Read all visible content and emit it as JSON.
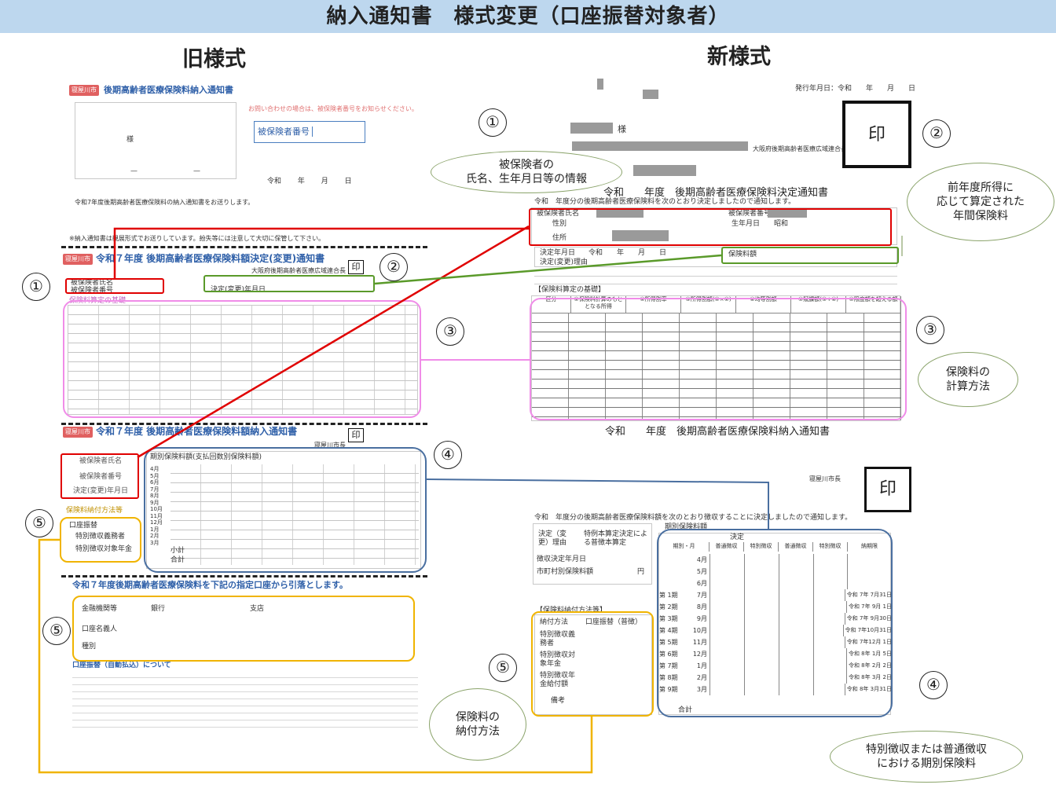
{
  "title": "納入通知書　様式変更（口座振替対象者）",
  "old_heading": "旧様式",
  "new_heading": "新様式",
  "stamp_label": "印",
  "old": {
    "city_badge": "寝屋川市",
    "notice_title_top": "後期高齢者医療保険料納入通知書",
    "inquiry_note": "お問い合わせの場合は、被保険者番号をお知らせください。",
    "insured_no_label": "被保険者番号",
    "sama": "様",
    "date_reiwa": "令和",
    "date_year": "年",
    "date_month": "月",
    "date_day": "日",
    "notify_line": "令和7年度後期高齢者医療保険料の納入通知書をお送りします。",
    "mail_note": "※納入通知書は親展形式でお送りしています。紛失等には注意して大切に保管して下さい。",
    "decision_title": "令和７年度 後期高齢者医療保険料額決定(変更)通知書",
    "union_name": "大阪府後期高齢者医療広域連合長",
    "insured_name_label": "被保険者氏名",
    "insured_num_label": "被保険者番号",
    "decision_date_label": "決定(変更)年月日",
    "calc_basis_label": "保険料算定の基礎",
    "payment_title": "令和７年度 後期高齢者医療保険料額納入通知書",
    "payment_city": "寝屋川市長",
    "payment_header": "期別保険料額(支払回数別保険料額)",
    "pay_rows_labels": [
      "被保険者氏名",
      "被保険者番号",
      "決定(変更)年月日"
    ],
    "pay_method_label": "保険料納付方法等",
    "pay_method_items": [
      "口座振替",
      "特別徴収義務者",
      "特別徴収対象年金"
    ],
    "months": [
      "4月",
      "5月",
      "6月",
      "7月",
      "8月",
      "9月",
      "10月",
      "11月",
      "12月",
      "1月",
      "2月",
      "3月"
    ],
    "subtotal_label": "小計",
    "total_label": "合計",
    "account_title": "令和７年度後期高齢者医療保険料を下記の指定口座から引落とします。",
    "bank_label": "金融機関等",
    "branch_label": "支店",
    "account_holder_label": "口座名義人",
    "account_type_label": "種別",
    "bank_suffix": "銀行",
    "account_note_heading": "口座振替（自動払込）について"
  },
  "new": {
    "issue_date": "発行年月日：令和　　年　　月　　日",
    "sama": "様",
    "union_name": "大阪府後期高齢者医療広域連合長",
    "decision_title": "令和　　年度　後期高齢者医療保険料決定通知書",
    "decision_intro": "令和　年度分の後期高齢者医療保険料を次のとおり決定しましたので通知します。",
    "insured_name_label": "被保険者氏名",
    "insured_no_label": "被保険者番号",
    "sex_label": "性別",
    "birth_label": "生年月日",
    "showa_label": "昭和",
    "address_label": "住所",
    "decision_date_label": "決定年月日",
    "decision_date_value": "令和　　年　　月　　日",
    "decision_change_label": "決定(変更)理由",
    "premium_label": "保険料額",
    "calc_basis_label": "【保険料算定の基礎】",
    "calc_headers": [
      "区分",
      "①保険料計算のもととなる所得",
      "②所得割率",
      "③所得割額(①×②)",
      "④均等割額",
      "⑤賦課額(③+④)",
      "⑥限度額を超える額"
    ],
    "payment_title": "令和　　年度　後期高齢者医療保険料納入通知書",
    "payment_city": "寝屋川市長",
    "payment_intro": "令和　年度分の後期高齢者医療保険料額を次のとおり徴収することに決定しましたので通知します。",
    "period_header": "期別保険料額",
    "period_cols": [
      "期別・月",
      "普通徴収",
      "特別徴収",
      "普通徴収",
      "特別徴収",
      "納期限"
    ],
    "decision_col": "決定",
    "reason_label": "決定（変更）理由",
    "reason_value": "特例本算定決定による普徴本算定",
    "collection_date_label": "徴収決定年月日",
    "city_premium_label": "市町村別保険料額",
    "yen": "円",
    "periods": [
      {
        "period": "",
        "month": "4月",
        "due": ""
      },
      {
        "period": "",
        "month": "5月",
        "due": ""
      },
      {
        "period": "",
        "month": "6月",
        "due": ""
      },
      {
        "period": "第 1期",
        "month": "7月",
        "due": "令和 7年 7月31日"
      },
      {
        "period": "第 2期",
        "month": "8月",
        "due": "令和 7年 9月 1日"
      },
      {
        "period": "第 3期",
        "month": "9月",
        "due": "令和 7年 9月30日"
      },
      {
        "period": "第 4期",
        "month": "10月",
        "due": "令和 7年10月31日"
      },
      {
        "period": "第 5期",
        "month": "11月",
        "due": "令和 7年12月 1日"
      },
      {
        "period": "第 6期",
        "month": "12月",
        "due": "令和 8年 1月 5日"
      },
      {
        "period": "第 7期",
        "month": "1月",
        "due": "令和 8年 2月 2日"
      },
      {
        "period": "第 8期",
        "month": "2月",
        "due": "令和 8年 3月 2日"
      },
      {
        "period": "第 9期",
        "month": "3月",
        "due": "令和 8年 3月31日"
      }
    ],
    "total_label": "合計",
    "pay_method_heading": "【保険料納付方法等】",
    "pay_method_label": "納付方法",
    "pay_method_value": "口座振替（普徴）",
    "special_collector_label": "特別徴収義務者",
    "special_pension_label": "特別徴収対象年金",
    "special_pension_amount_label": "特別徴収年金給付額",
    "remarks_label": "備考"
  },
  "bubbles": {
    "insured_info": "被保険者の\n氏名、生年月日等の情報",
    "annual_premium": "前年度所得に\n応じて算定された\n年間保険料",
    "calc_method": "保険料の\n計算方法",
    "pay_method": "保険料の\n納付方法",
    "period_premium": "特別徴収または普通徴収\nにおける期別保険料"
  },
  "circle_labels": [
    "①",
    "②",
    "③",
    "④",
    "⑤"
  ],
  "colors": {
    "title_bar": "#bdd7ee",
    "red": "#e00000",
    "green": "#5a9a2a",
    "pink": "#f08ce8",
    "blue": "#4a6fa0",
    "yellow": "#f0b400"
  }
}
